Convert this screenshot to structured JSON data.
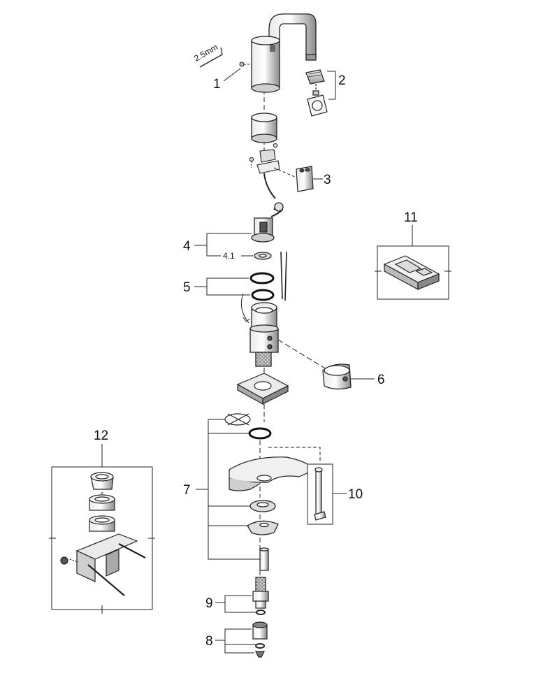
{
  "callouts": {
    "c1": "1",
    "c2": "2",
    "c3": "3",
    "c4": "4",
    "c4_1": "4.1",
    "c5": "5",
    "c6": "6",
    "c7": "7",
    "c8": "8",
    "c9": "9",
    "c10": "10",
    "c11": "11",
    "c12": "12"
  },
  "tool_size": "2.5mm",
  "colors": {
    "ink": "#111111",
    "chrome_light": "#e6e6e6",
    "chrome_mid": "#bdbdbd",
    "chrome_dark": "#6f6f6f"
  }
}
